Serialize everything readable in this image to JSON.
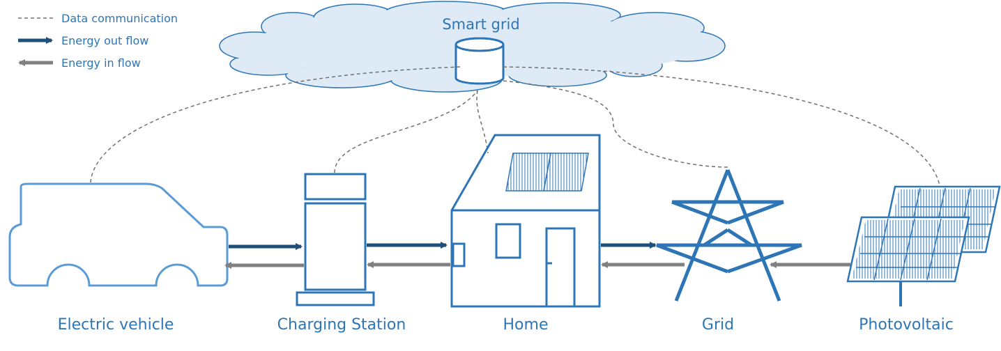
{
  "legend": {
    "data_communication": "Data communication",
    "energy_out": "Energy out flow",
    "energy_in": "Energy in flow"
  },
  "cloud": {
    "label": "Smart grid"
  },
  "nodes": {
    "ev": "Electric vehicle",
    "charging": "Charging Station",
    "home": "Home",
    "grid": "Grid",
    "pv": "Photovoltaic"
  },
  "colors": {
    "out_flow": "#1f4e79",
    "in_flow": "#808080",
    "line_blue": "#2e75b6",
    "cloud_fill": "#deebf7"
  }
}
